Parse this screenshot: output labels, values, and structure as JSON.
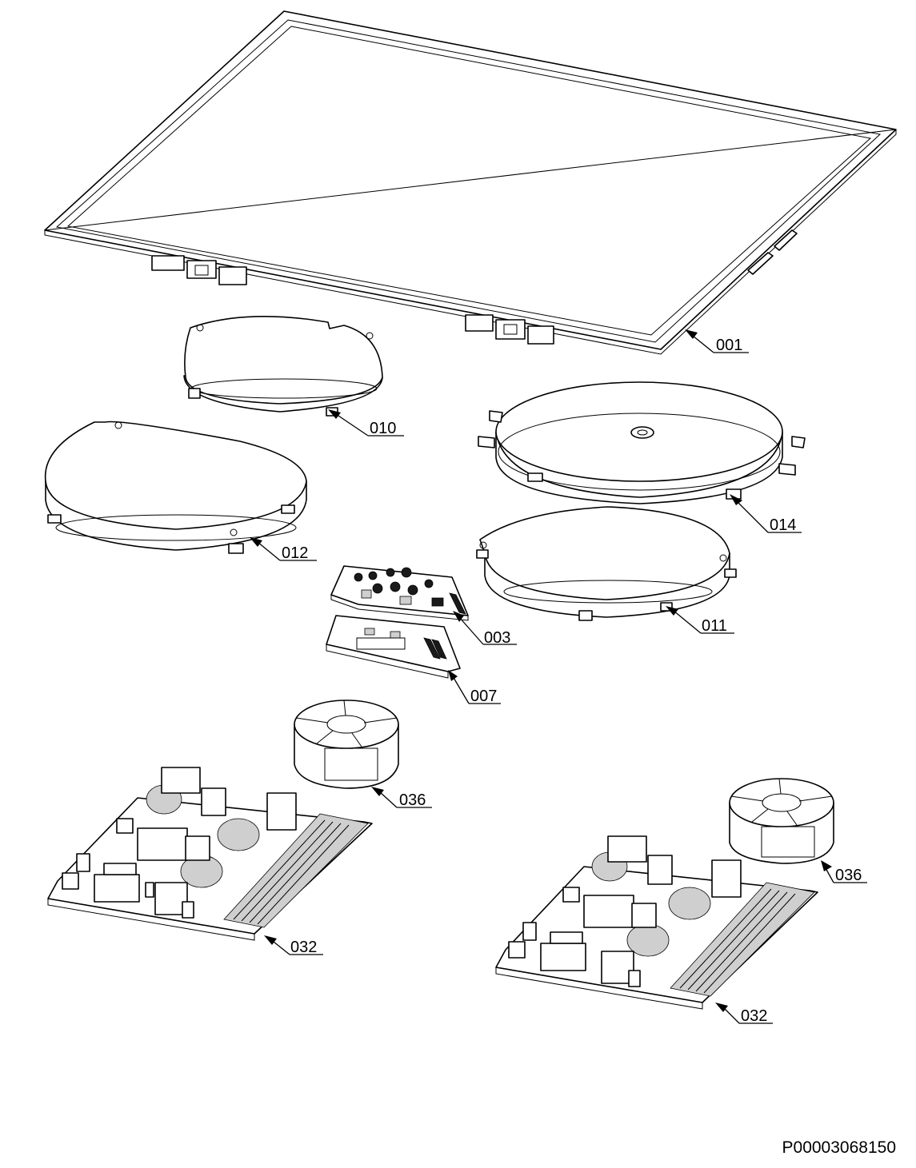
{
  "callouts": {
    "c001": "001",
    "c010": "010",
    "c014": "014",
    "c012": "012",
    "c003": "003",
    "c011": "011",
    "c007": "007",
    "c036a": "036",
    "c036b": "036",
    "c032a": "032",
    "c032b": "032"
  },
  "reference_code": "P00003068150"
}
